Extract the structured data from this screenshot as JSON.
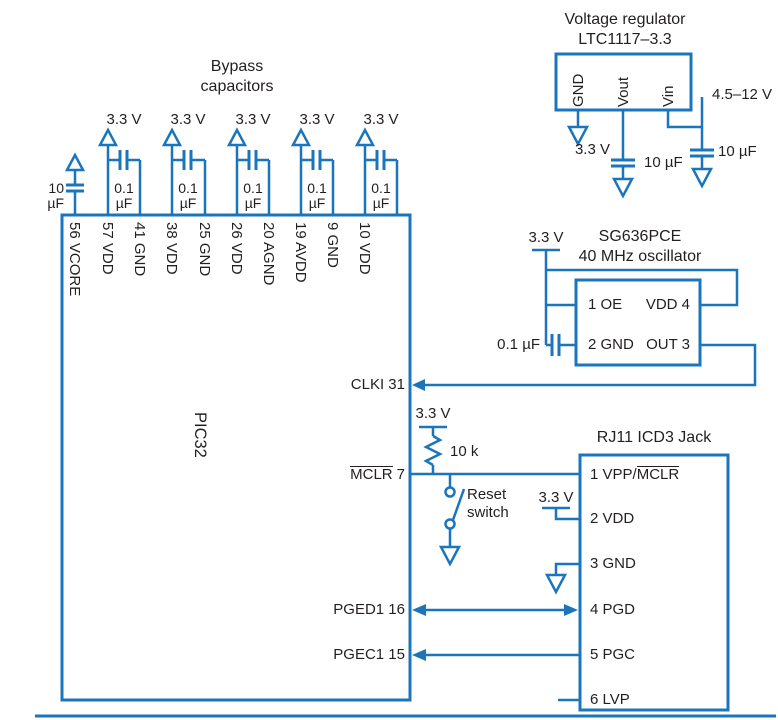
{
  "colors": {
    "wire_blue": "#1b75bc",
    "text_ink": "#231f20"
  },
  "regulator": {
    "title": "Voltage regulator",
    "part": "LTC1117–3.3",
    "pin_gnd": "GND",
    "pin_vout": "Vout",
    "pin_vin": "Vin",
    "output_voltage": "3.3 V",
    "input_voltage": "4.5–12 V",
    "output_cap": "10 µF",
    "input_cap": "10 µF"
  },
  "bypass": {
    "title_line1": "Bypass",
    "title_line2": "capacitors",
    "vcore_cap_value": "10",
    "vcore_cap_unit": "µF",
    "groups": [
      {
        "supply": "3.3 V",
        "cap_value": "0.1",
        "cap_unit": "µF"
      },
      {
        "supply": "3.3 V",
        "cap_value": "0.1",
        "cap_unit": "µF"
      },
      {
        "supply": "3.3 V",
        "cap_value": "0.1",
        "cap_unit": "µF"
      },
      {
        "supply": "3.3 V",
        "cap_value": "0.1",
        "cap_unit": "µF"
      },
      {
        "supply": "3.3 V",
        "cap_value": "0.1",
        "cap_unit": "µF"
      }
    ]
  },
  "pic32": {
    "name": "PIC32",
    "pins_top": [
      "56 VCORE",
      "57 VDD",
      "41 GND",
      "38 VDD",
      "25 GND",
      "26 VDD",
      "20 AGND",
      "19 AVDD",
      "9 GND",
      "10 VDD"
    ],
    "pin_clki": "CLKI 31",
    "pin_mclr_name": "MCLR",
    "pin_mclr_number": "7",
    "pin_pged": "PGED1 16",
    "pin_pgec": "PGEC1 15"
  },
  "oscillator": {
    "part": "SG636PCE",
    "description": "40 MHz oscillator",
    "supply": "3.3 V",
    "cap": "0.1 µF",
    "pin_oe": "1 OE",
    "pin_vdd": "VDD 4",
    "pin_gnd": "2 GND",
    "pin_out": "OUT 3"
  },
  "reset": {
    "supply": "3.3 V",
    "pullup": "10 k",
    "label_line1": "Reset",
    "label_line2": "switch"
  },
  "icd3": {
    "title": "RJ11 ICD3 Jack",
    "supply": "3.3 V",
    "pin1_prefix": "1 VPP/",
    "pin1_overline": "MCLR",
    "pin2": "2 VDD",
    "pin3": "3 GND",
    "pin4": "4 PGD",
    "pin5": "5 PGC",
    "pin6": "6 LVP"
  }
}
